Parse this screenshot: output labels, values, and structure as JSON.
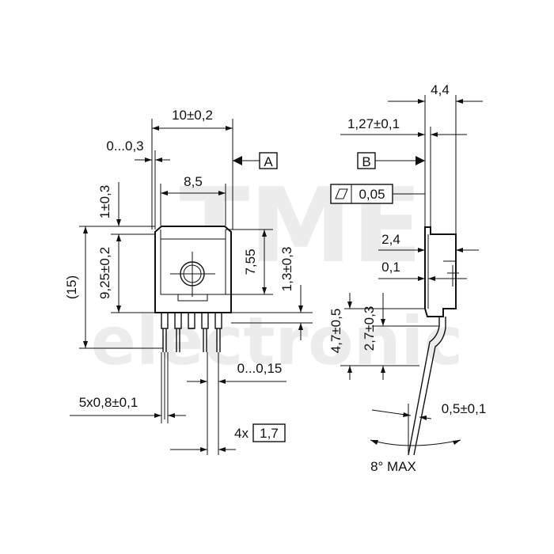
{
  "watermark": {
    "line1": "TME",
    "line2": "electronic"
  },
  "front_view": {
    "width_total": "10±0,2",
    "edge_gap": "0...0,3",
    "inner_width": "8,5",
    "top_thickness": "1±0,3",
    "body_height": "9,25±0,2",
    "overall_height": "(15)",
    "tab_height": "7,55",
    "lead_offset": "1,3±0,3",
    "lead_gap": "0...0,15",
    "lead_width": "5x0,8±0,1",
    "pitch_count": "4x",
    "pitch": "1,7"
  },
  "side_view": {
    "thickness_total": "4,4",
    "tab_thickness": "1,27±0,1",
    "datum_a": "A",
    "datum_b": "B",
    "flatness": "0,05",
    "step": "2,4",
    "step_small": "0,1",
    "bend_height": "4,7±0,5",
    "bend_height_inner": "2,7±0,3",
    "lead_thickness": "0,5±0,1",
    "angle": "8° MAX"
  }
}
